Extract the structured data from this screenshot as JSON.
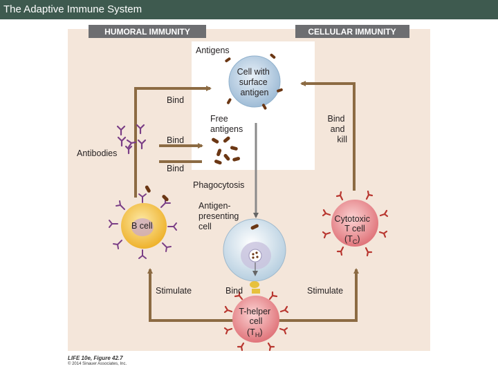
{
  "slide_title": "The Adaptive Immune System",
  "figure": {
    "humoral_header": "HUMORAL IMMUNITY",
    "cellular_header": "CELLULAR IMMUNITY",
    "antigens": "Antigens",
    "cell_surface_antigen": [
      "Cell with",
      "surface",
      "antigen"
    ],
    "bind_top": "Bind",
    "free_antigens": [
      "Free",
      "antigens"
    ],
    "bind_middle": "Bind",
    "antibodies": "Antibodies",
    "bind_lower": "Bind",
    "phagocytosis": "Phagocytosis",
    "apc": [
      "Antigen-",
      "presenting",
      "cell"
    ],
    "b_cell": "B cell",
    "cytotoxic": [
      "Cytotoxic",
      "T cell",
      "(T",
      "C",
      ")"
    ],
    "bind_and_kill": [
      "Bind",
      "and",
      "kill"
    ],
    "stimulate_left": "Stimulate",
    "bind_bottom": "Bind",
    "stimulate_right": "Stimulate",
    "t_helper": [
      "T-helper",
      "cell",
      "(T",
      "H",
      ")"
    ]
  },
  "credit": {
    "line1": "LIFE 10e, Figure 42.7",
    "line2": "© 2014 Sinauer Associates, Inc."
  },
  "colors": {
    "titlebar": "#3e5a4f",
    "panel": "#f4e6da",
    "header_band": "#6d6e71",
    "arrow": "#8c6b43",
    "apc_arrow": "#8a8a8a",
    "antibody": "#7a3e86",
    "antigen": "#6b3714",
    "b_cell": "#f2bf44",
    "t_cell": "#e9878a",
    "surface_cell": "#bcd3e6"
  }
}
